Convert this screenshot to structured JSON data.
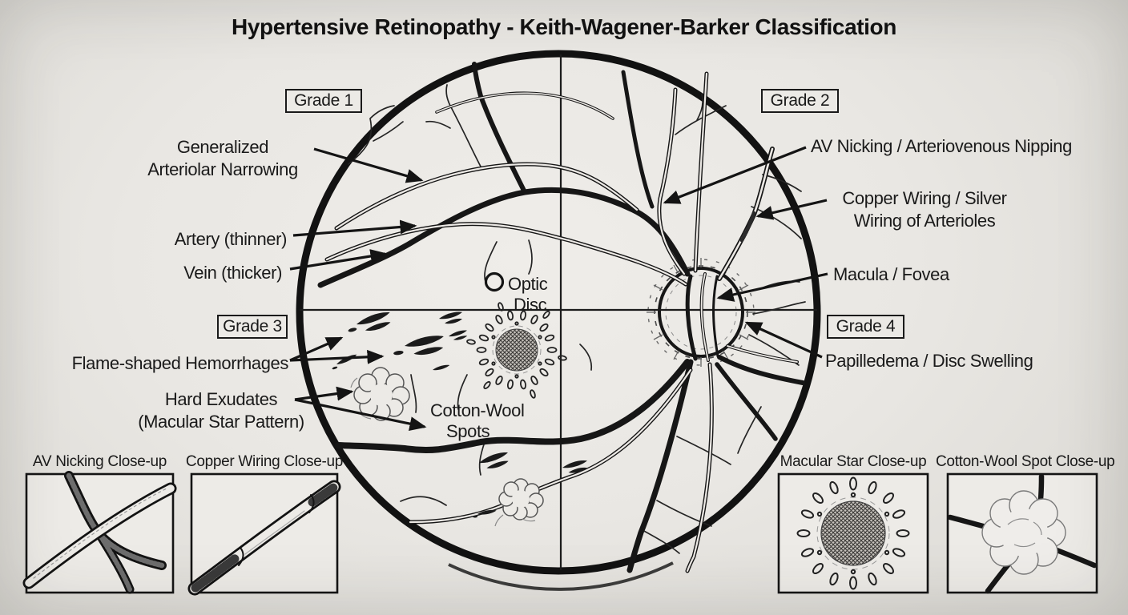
{
  "title": "Hypertensive Retinopathy - Keith-Wagener-Barker Classification",
  "grade_labels": {
    "g1": "Grade 1",
    "g2": "Grade 2",
    "g3": "Grade 3",
    "g4": "Grade 4"
  },
  "annotations": {
    "generalized_line1": "Generalized",
    "generalized_line2": "Arteriolar Narrowing",
    "artery": "Artery (thinner)",
    "vein": "Vein (thicker)",
    "optic_line1": "Optic",
    "optic_line2": "Disc",
    "av_nicking": "AV Nicking / Arteriovenous Nipping",
    "copper_line1": "Copper Wiring / Silver",
    "copper_line2": "Wiring of Arterioles",
    "macula": "Macula / Fovea",
    "papilledema": "Papilledema / Disc Swelling",
    "flame": "Flame-shaped Hemorrhages",
    "hard_line1": "Hard Exudates",
    "hard_line2": "(Macular Star Pattern)",
    "cotton_line1": "Cotton-Wool",
    "cotton_line2": "Spots"
  },
  "closeups": {
    "av_nicking": "AV Nicking Close-up",
    "copper_wiring": "Copper Wiring Close-up",
    "macular_star": "Macular Star Close-up",
    "cotton_wool": "Cotton-Wool Spot Close-up"
  },
  "colors": {
    "ink": "#1a1a1a",
    "paper": "#e9e7e4"
  }
}
